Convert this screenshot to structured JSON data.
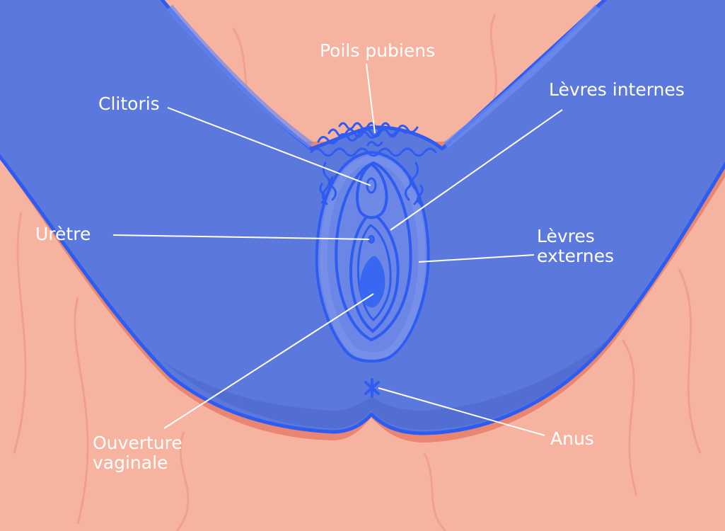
{
  "labels": {
    "poils_pubiens": "Poils pubiens",
    "clitoris": "Clitoris",
    "levres_internes": "Lèvres internes",
    "uretre": "Urètre",
    "levres_externes_line1": "Lèvres",
    "levres_externes_line2": "externes",
    "ouverture_vaginale_line1": "Ouverture",
    "ouverture_vaginale_line2": "vaginale",
    "anus": "Anus"
  },
  "colors": {
    "skin": "#f6b3a0",
    "skin_shadow": "#e98672",
    "body_blue": "#5b79dc",
    "outline_blue": "#2f5cf0",
    "inner_blue": "#6e8ae6",
    "bright_blue": "#3a67f2",
    "leader_line": "#ffffff"
  }
}
